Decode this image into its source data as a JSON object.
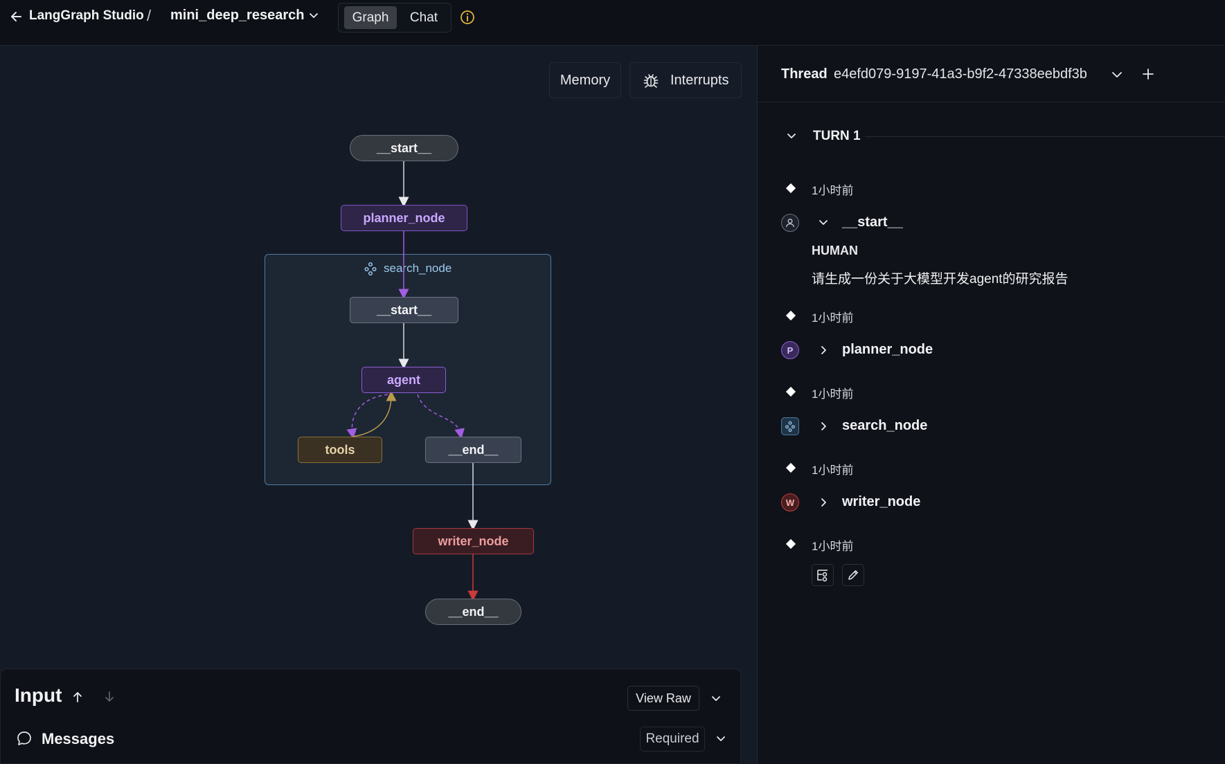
{
  "topbar": {
    "app_title": "LangGraph Studio",
    "separator": "/",
    "project_name": "mini_deep_research",
    "tabs": [
      {
        "label": "Graph",
        "active": true
      },
      {
        "label": "Chat",
        "active": false
      }
    ]
  },
  "graph": {
    "memory_label": "Memory",
    "interrupts_label": "Interrupts",
    "nodes": {
      "start_top": "__start__",
      "planner": "planner_node",
      "subgraph": "search_node",
      "start_inner": "__start__",
      "agent": "agent",
      "tools": "tools",
      "end_inner": "__end__",
      "writer": "writer_node",
      "end_bottom": "__end__"
    }
  },
  "input": {
    "title": "Input",
    "view_raw_label": "View Raw",
    "messages_label": "Messages",
    "required_label": "Required"
  },
  "thread": {
    "label": "Thread",
    "id": "e4efd079-9197-41a3-b9f2-47338eebdf3b",
    "turn_label": "TURN 1",
    "timestamp": "1小时前",
    "steps": [
      {
        "name": "__start__",
        "avatar": "",
        "role": "HUMAN",
        "message": "请生成一份关于大模型开发agent的研究报告"
      },
      {
        "name": "planner_node",
        "avatar": "P"
      },
      {
        "name": "search_node",
        "avatar": ""
      },
      {
        "name": "writer_node",
        "avatar": "W"
      }
    ]
  },
  "colors": {
    "planner": "#7f55c7",
    "tools": "#8a6f3a",
    "writer": "#a23a3e",
    "subgraph_border": "#4f7ca0",
    "info_icon": "#e0b43a"
  }
}
